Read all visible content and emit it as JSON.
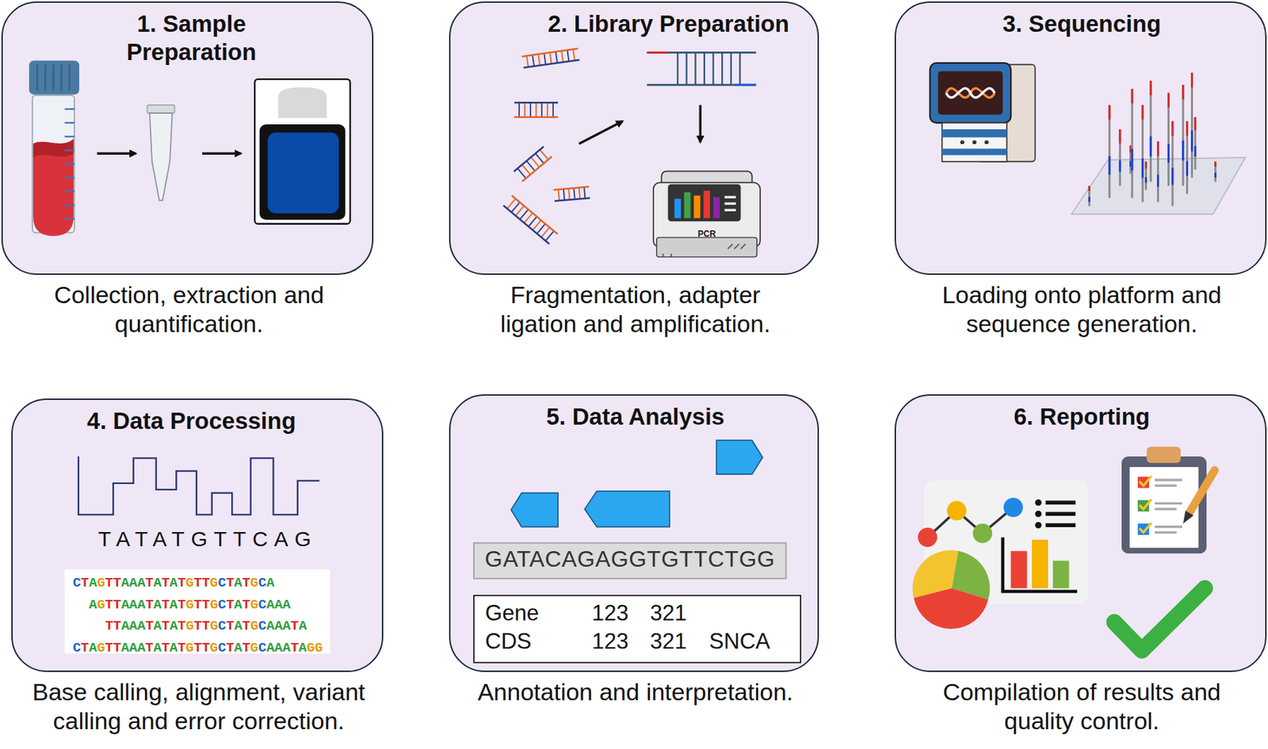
{
  "diagram": {
    "nodes": [
      {
        "text": [
          "1. Sample Preparation",
          "Collection, extraction and quantification."
        ]
      },
      {
        "text": [
          "2. Library Preparation",
          "Fragmentation, adapter ligation and amplification."
        ]
      },
      {
        "text": [
          "3. Sequencing",
          "Loading onto platform and sequence generation."
        ]
      },
      {
        "text": [
          "4. Data Processing",
          "Base calling, alignment, variant calling and error correction."
        ]
      },
      {
        "text": [
          "5. Data Analysis",
          "Annotation and interpretation."
        ]
      },
      {
        "text": [
          "6. Reporting",
          "Compilation of results and quality control."
        ]
      }
    ],
    "labels": [
      "PCR",
      "TATATGTTCAG",
      "CTAGTTAAATATATGTTGCTATGCA",
      "AGTTAAATATATGTTGCTATGCAAA",
      "TTAAATATATGTTGCTATGCAAATA",
      "CTAGTTAAATATATGTTGCTATGCAAATAGG",
      "GATACAGAGGTGTTCTGG",
      "Gene",
      "123",
      "321",
      "CDS",
      "123",
      "321",
      "SNCA"
    ]
  }
}
